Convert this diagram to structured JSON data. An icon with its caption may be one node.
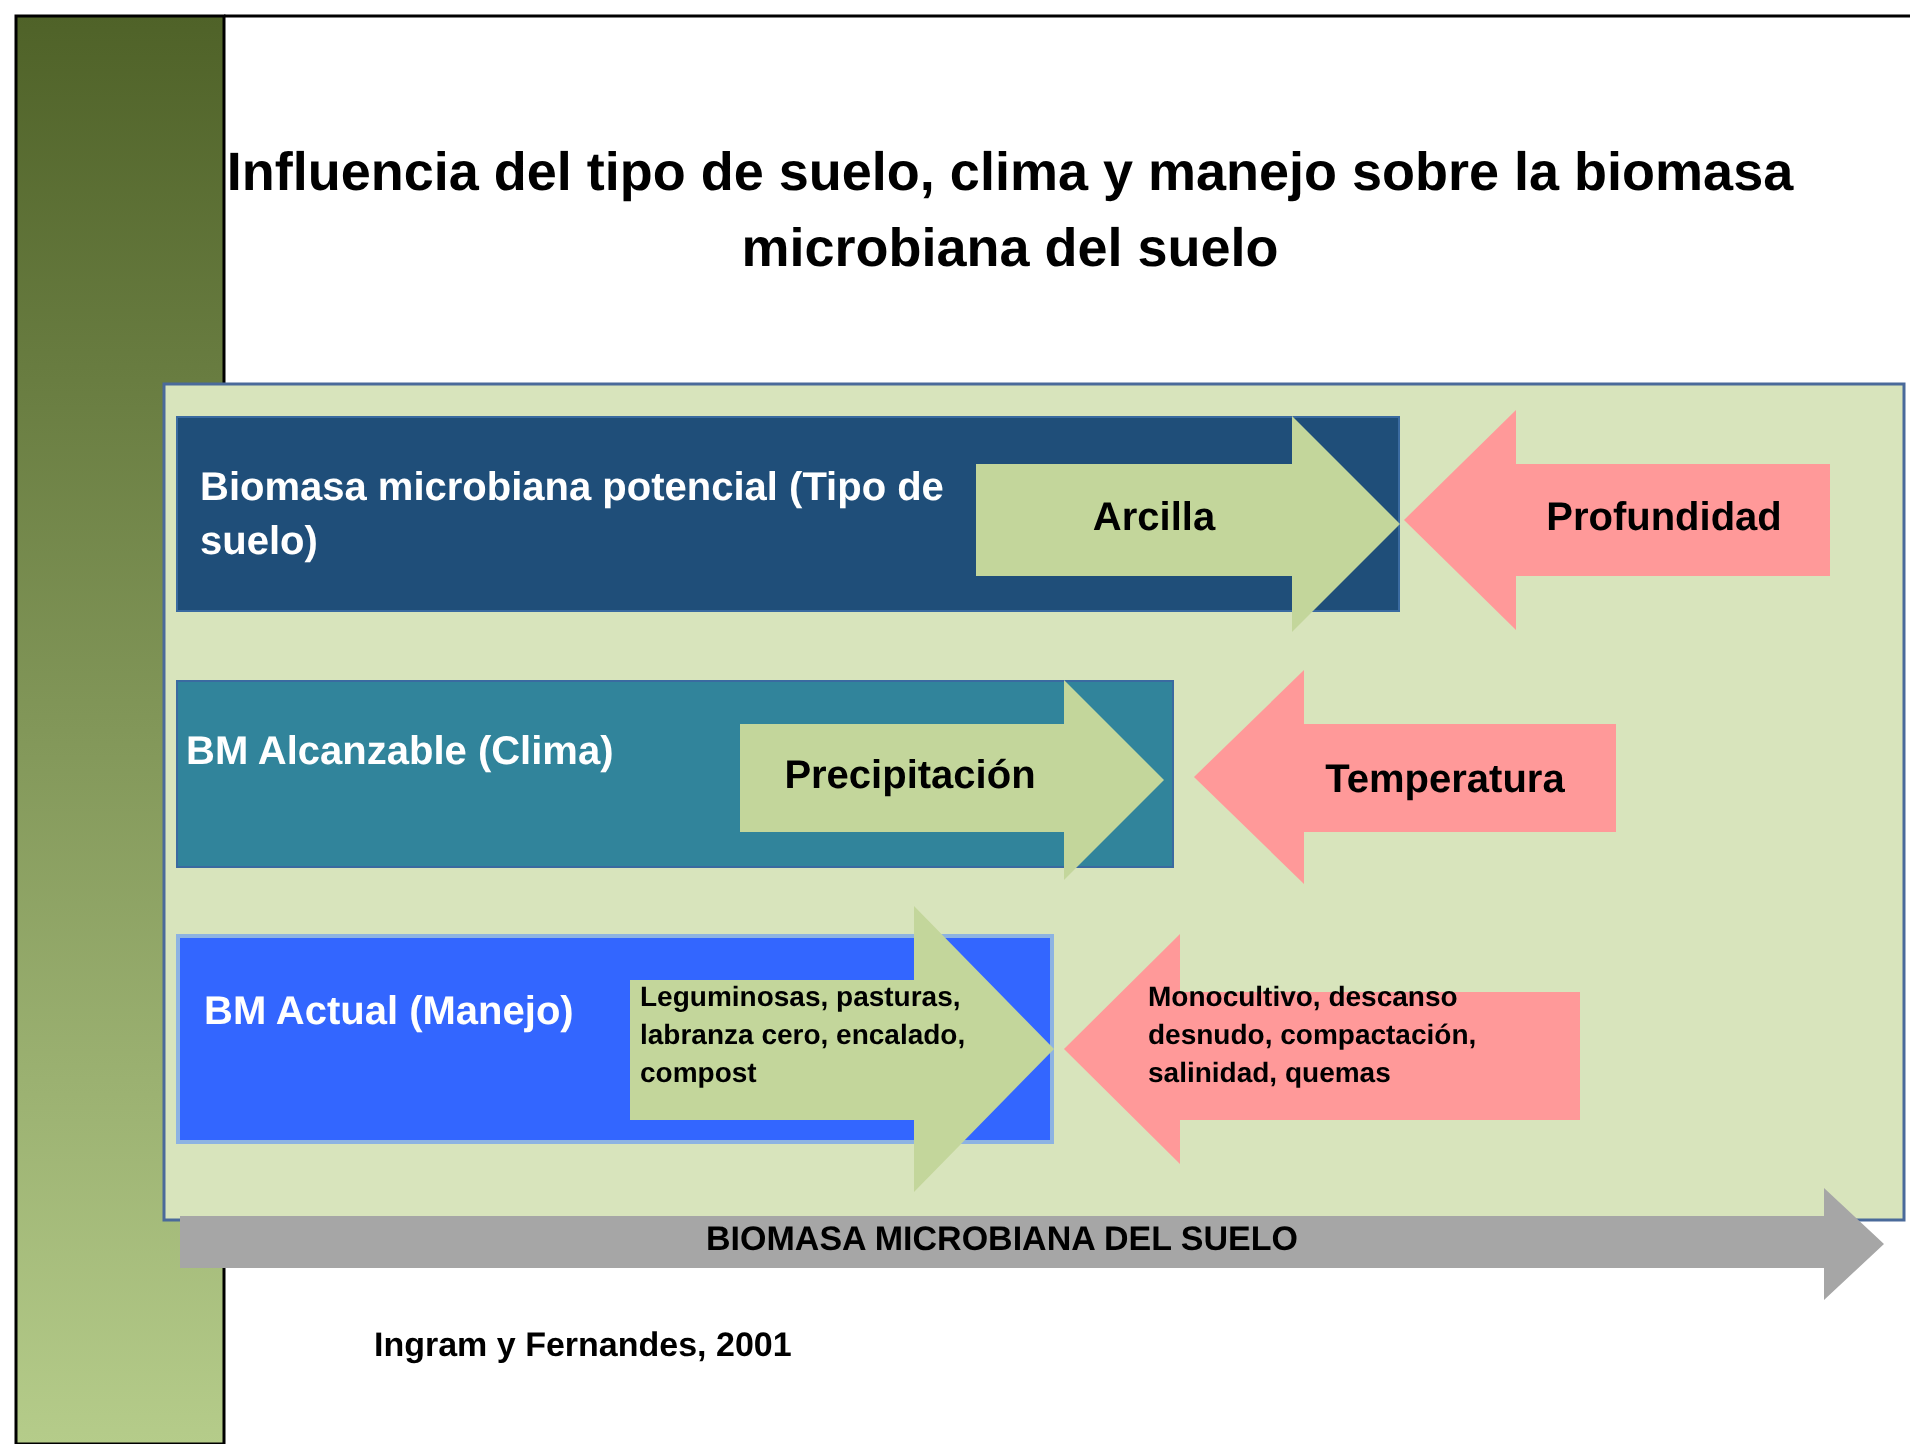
{
  "diagram": {
    "title": "Influencia del tipo de suelo, clima y manejo sobre la biomasa microbiana del suelo",
    "nodes": [
      {
        "text": [
          "Biomasa microbiana potencial (Tipo de suelo)"
        ]
      },
      {
        "text": [
          "Arcilla"
        ]
      },
      {
        "text": [
          "Profundidad"
        ]
      },
      {
        "text": [
          "BM Alcanzable (Clima)"
        ]
      },
      {
        "text": [
          "Precipitación"
        ]
      },
      {
        "text": [
          "Temperatura"
        ]
      },
      {
        "text": [
          "BM Actual (Manejo)"
        ]
      },
      {
        "text": [
          "Leguminosas, pasturas, labranza cero, encalado, compost"
        ]
      },
      {
        "text": [
          "Monocultivo, descanso desnudo, compactación, salinidad, quemas"
        ]
      },
      {
        "text": [
          "BIOMASA MICROBIANA DEL SUELO"
        ]
      }
    ],
    "labels": [
      "Ingram y Fernandes, 2001"
    ]
  }
}
